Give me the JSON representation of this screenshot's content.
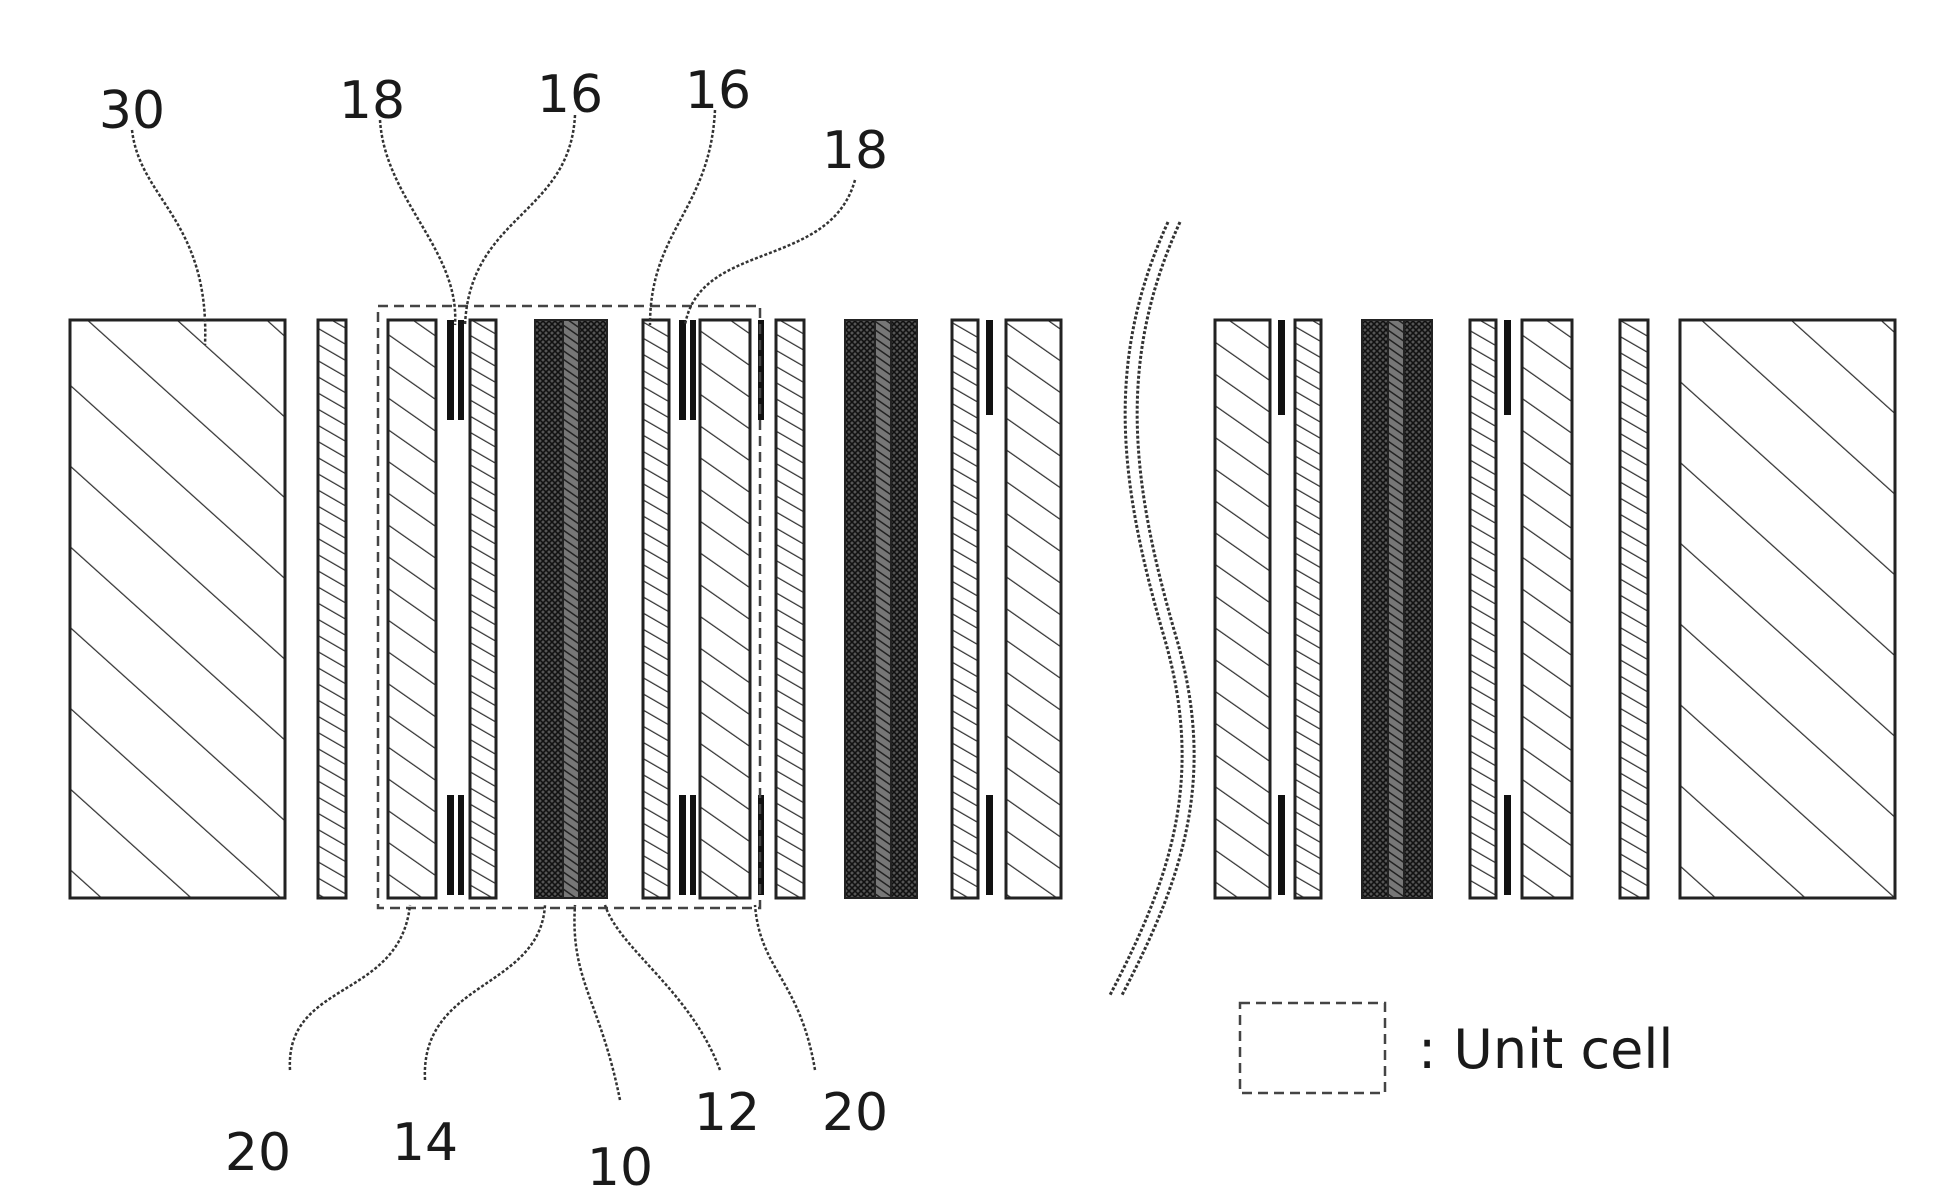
{
  "labels": {
    "end_plate": "30",
    "gasket_top_left": "18",
    "separator_top_left": "16",
    "separator_top_right": "16",
    "gasket_top_right": "18",
    "gdl_left": "20",
    "catalyst_anode": "14",
    "membrane": "10",
    "catalyst_cathode": "12",
    "gdl_right": "20"
  },
  "legend": {
    "text": ": Unit cell"
  }
}
